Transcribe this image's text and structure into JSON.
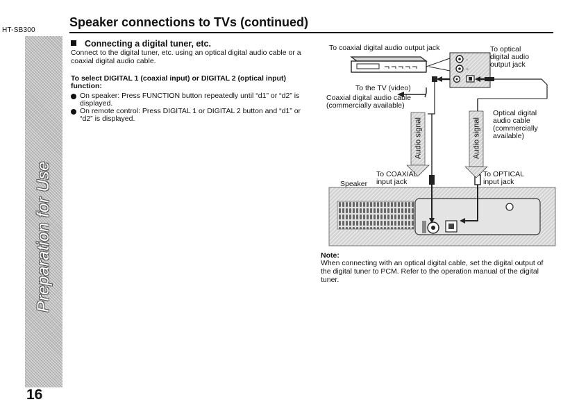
{
  "model": "HT-SB300",
  "sidebar_label": "Preparation for Use",
  "page_number": "16",
  "title": "Speaker connections to TVs (continued)",
  "section": {
    "heading": "Connecting a digital tuner, etc.",
    "intro": "Connect to the digital tuner, etc. using an optical digital audio cable or a coaxial digital audio cable.",
    "select_heading": "To select DIGITAL 1 (coaxial input) or DIGITAL 2 (optical input) function:",
    "bullets": [
      "On speaker: Press FUNCTION button repeatedly until “d1” or “d2” is displayed.",
      "On remote control: Press DIGITAL 1 or DIGITAL 2 button and “d1” or “d2” is displayed."
    ]
  },
  "diagram": {
    "to_coaxial_output": "To coaxial digital audio output jack",
    "to_optical_output": "To optical digital audio output jack",
    "to_tv": "To the TV (video)",
    "coaxial_cable": "Coaxial digital audio cable (commercially available)",
    "optical_cable": "Optical digital audio cable (commercially available)",
    "audio_signal": "Audio signal",
    "to_coaxial_input": "To COAXIAL input jack",
    "to_optical_input": "To OPTICAL input jack",
    "speaker": "Speaker"
  },
  "note": {
    "heading": "Note:",
    "text": "When connecting with an optical digital cable, set the digital output of the digital tuner to PCM. Refer to the operation manual of the digital tuner."
  }
}
